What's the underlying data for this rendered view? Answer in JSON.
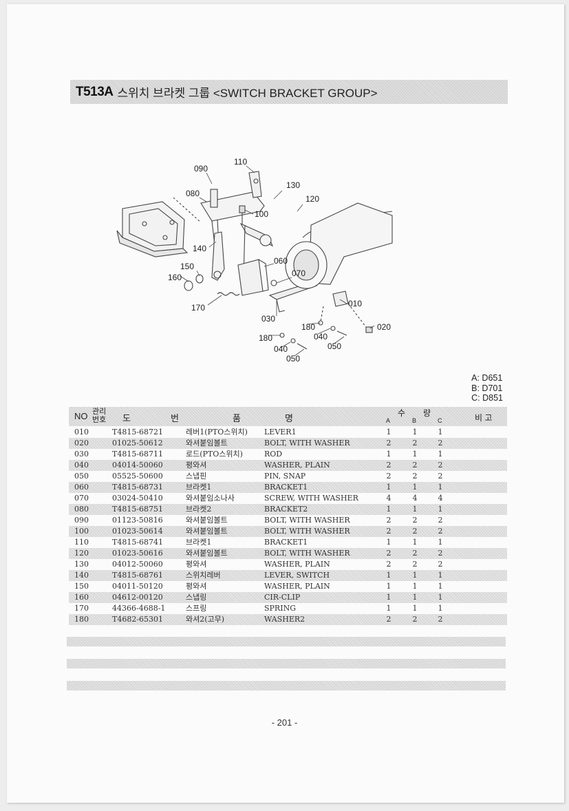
{
  "header": {
    "code": "T513A",
    "title": "스위치 브라켓 그룹 <SWITCH BRACKET GROUP>"
  },
  "variants": [
    "A: D651",
    "B: D701",
    "C: D851"
  ],
  "table": {
    "col_no": "NO",
    "col_ref": "관리\n번호",
    "col_do": "도",
    "col_beon": "번",
    "col_pum": "품",
    "col_myeong": "명",
    "col_qty": "수",
    "col_ryang": "량",
    "col_a": "A",
    "col_b": "B",
    "col_c": "C",
    "col_remarks": "비 고",
    "rows": [
      {
        "no": "010",
        "part": "T4815-68721",
        "kname": "레버1(PTO스위치)",
        "ename": "LEVER1",
        "a": "1",
        "b": "1",
        "c": "1"
      },
      {
        "no": "020",
        "part": "01025-50612",
        "kname": "와셔붙임볼트",
        "ename": "BOLT, WITH WASHER",
        "a": "2",
        "b": "2",
        "c": "2"
      },
      {
        "no": "030",
        "part": "T4815-68711",
        "kname": "로드(PTO스위치)",
        "ename": "ROD",
        "a": "1",
        "b": "1",
        "c": "1"
      },
      {
        "no": "040",
        "part": "04014-50060",
        "kname": "평와셔",
        "ename": "WASHER, PLAIN",
        "a": "2",
        "b": "2",
        "c": "2"
      },
      {
        "no": "050",
        "part": "05525-50600",
        "kname": "스냅핀",
        "ename": "PIN, SNAP",
        "a": "2",
        "b": "2",
        "c": "2"
      },
      {
        "no": "060",
        "part": "T4815-68731",
        "kname": "브라켓1",
        "ename": "BRACKET1",
        "a": "1",
        "b": "1",
        "c": "1"
      },
      {
        "no": "070",
        "part": "03024-50410",
        "kname": "와셔붙임소나사",
        "ename": "SCREW, WITH WASHER",
        "a": "4",
        "b": "4",
        "c": "4"
      },
      {
        "no": "080",
        "part": "T4815-68751",
        "kname": "브라켓2",
        "ename": "BRACKET2",
        "a": "1",
        "b": "1",
        "c": "1"
      },
      {
        "no": "090",
        "part": "01123-50816",
        "kname": "와셔붙임볼트",
        "ename": "BOLT, WITH WASHER",
        "a": "2",
        "b": "2",
        "c": "2"
      },
      {
        "no": "100",
        "part": "01023-50614",
        "kname": "와셔붙임볼트",
        "ename": "BOLT, WITH WASHER",
        "a": "2",
        "b": "2",
        "c": "2"
      },
      {
        "no": "110",
        "part": "T4815-68741",
        "kname": "브라켓1",
        "ename": "BRACKET1",
        "a": "1",
        "b": "1",
        "c": "1"
      },
      {
        "no": "120",
        "part": "01023-50616",
        "kname": "와셔붙임볼트",
        "ename": "BOLT, WITH WASHER",
        "a": "2",
        "b": "2",
        "c": "2"
      },
      {
        "no": "130",
        "part": "04012-50060",
        "kname": "평와셔",
        "ename": "WASHER, PLAIN",
        "a": "2",
        "b": "2",
        "c": "2"
      },
      {
        "no": "140",
        "part": "T4815-68761",
        "kname": "스위치레버",
        "ename": "LEVER, SWITCH",
        "a": "1",
        "b": "1",
        "c": "1"
      },
      {
        "no": "150",
        "part": "04011-50120",
        "kname": "평와셔",
        "ename": "WASHER, PLAIN",
        "a": "1",
        "b": "1",
        "c": "1"
      },
      {
        "no": "160",
        "part": "04612-00120",
        "kname": "스냅링",
        "ename": "CIR-CLIP",
        "a": "1",
        "b": "1",
        "c": "1"
      },
      {
        "no": "170",
        "part": "44366-4688-1",
        "kname": "스프링",
        "ename": "SPRING",
        "a": "1",
        "b": "1",
        "c": "1"
      },
      {
        "no": "180",
        "part": "T4682-65301",
        "kname": "와셔2(고무)",
        "ename": "WASHER2",
        "a": "2",
        "b": "2",
        "c": "2"
      }
    ]
  },
  "diagram_labels": [
    "110",
    "090",
    "130",
    "080",
    "120",
    "100",
    "140",
    "060",
    "150",
    "070",
    "160",
    "170",
    "010",
    "180",
    "020",
    "030",
    "040",
    "180",
    "050",
    "040",
    "050"
  ],
  "page_number": "- 201 -"
}
